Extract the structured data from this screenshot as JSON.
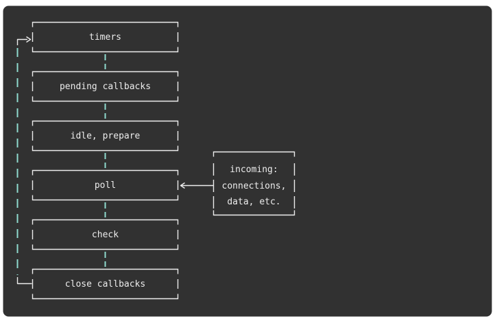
{
  "colors": {
    "page_background": "#ffffff",
    "panel_background": "#313131",
    "line": "#ececec",
    "accent": "#8fdbce",
    "text": "#ececec"
  },
  "phases": [
    {
      "label": "timers"
    },
    {
      "label": "pending callbacks"
    },
    {
      "label": "idle, prepare"
    },
    {
      "label": "poll"
    },
    {
      "label": "check"
    },
    {
      "label": "close callbacks"
    }
  ],
  "incoming_box": {
    "lines": [
      "incoming:",
      "connections,",
      "data, etc."
    ]
  }
}
